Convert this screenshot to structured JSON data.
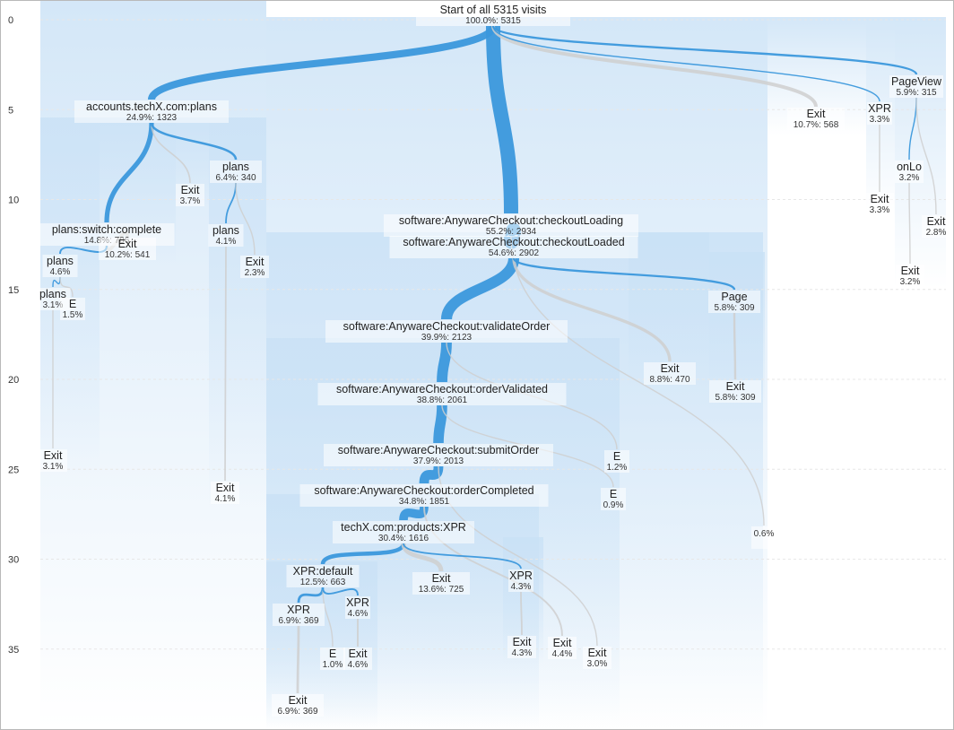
{
  "accent_color": "#3b98dc",
  "exit_link_color": "#cfcfcf",
  "y_axis": {
    "ticks": [
      "0",
      "5",
      "10",
      "15",
      "20",
      "25",
      "30",
      "35"
    ]
  },
  "nodes": [
    {
      "id": "start",
      "label": "Start of all 5315 visits",
      "sub": "100.0%: 5315"
    },
    {
      "id": "plans",
      "label": "accounts.techX.com:plans",
      "sub": "24.9%: 1323"
    },
    {
      "id": "plans2",
      "label": "plans",
      "sub": "6.4%: 340"
    },
    {
      "id": "exit37",
      "label": "Exit",
      "sub": "3.7%"
    },
    {
      "id": "switch",
      "label": "plans:switch:complete",
      "sub": "14.8%: 786"
    },
    {
      "id": "exitSw",
      "label": "Exit",
      "sub": "10.2%: 541"
    },
    {
      "id": "plansA",
      "label": "plans",
      "sub": "4.6%"
    },
    {
      "id": "plansB",
      "label": "plans",
      "sub": "3.1%"
    },
    {
      "id": "eA",
      "label": "E",
      "sub": "1.5%"
    },
    {
      "id": "exitA",
      "label": "Exit",
      "sub": "3.1%"
    },
    {
      "id": "plans41",
      "label": "plans",
      "sub": "4.1%"
    },
    {
      "id": "exit23",
      "label": "Exit",
      "sub": "2.3%"
    },
    {
      "id": "exit41",
      "label": "Exit",
      "sub": "4.1%"
    },
    {
      "id": "cLoad",
      "label": "software:AnywareCheckout:checkoutLoading",
      "sub": "55.2%: 2934"
    },
    {
      "id": "cLoaded",
      "label": "software:AnywareCheckout:checkoutLoaded",
      "sub": "54.6%: 2902"
    },
    {
      "id": "valid",
      "label": "software:AnywareCheckout:validateOrder",
      "sub": "39.9%: 2123"
    },
    {
      "id": "validated",
      "label": "software:AnywareCheckout:orderValidated",
      "sub": "38.8%: 2061"
    },
    {
      "id": "submit",
      "label": "software:AnywareCheckout:submitOrder",
      "sub": "37.9%: 2013"
    },
    {
      "id": "completed",
      "label": "software:AnywareCheckout:orderCompleted",
      "sub": "34.8%: 1851"
    },
    {
      "id": "prodXPR",
      "label": "techX.com:products:XPR",
      "sub": "30.4%: 1616"
    },
    {
      "id": "xprDef",
      "label": "XPR:default",
      "sub": "12.5%: 663"
    },
    {
      "id": "xprA",
      "label": "XPR",
      "sub": "6.9%: 369"
    },
    {
      "id": "xprB",
      "label": "XPR",
      "sub": "4.6%"
    },
    {
      "id": "eB",
      "label": "E",
      "sub": "1.0%"
    },
    {
      "id": "exitB",
      "label": "Exit",
      "sub": "4.6%"
    },
    {
      "id": "exitC",
      "label": "Exit",
      "sub": "6.9%: 369"
    },
    {
      "id": "exit136",
      "label": "Exit",
      "sub": "13.6%: 725"
    },
    {
      "id": "xprC",
      "label": "XPR",
      "sub": "4.3%"
    },
    {
      "id": "exitD",
      "label": "Exit",
      "sub": "4.3%"
    },
    {
      "id": "exit44",
      "label": "Exit",
      "sub": "4.4%"
    },
    {
      "id": "exit30",
      "label": "Exit",
      "sub": "3.0%"
    },
    {
      "id": "e12",
      "label": "E",
      "sub": "1.2%"
    },
    {
      "id": "e09",
      "label": "E",
      "sub": "0.9%"
    },
    {
      "id": "exit88",
      "label": "Exit",
      "sub": "8.8%: 470"
    },
    {
      "id": "page",
      "label": "Page",
      "sub": "5.8%: 309"
    },
    {
      "id": "exit58",
      "label": "Exit",
      "sub": "5.8%: 309"
    },
    {
      "id": "small06",
      "label": "",
      "sub": "0.6%"
    },
    {
      "id": "exit107",
      "label": "Exit",
      "sub": "10.7%: 568"
    },
    {
      "id": "xpr33",
      "label": "XPR",
      "sub": "3.3%"
    },
    {
      "id": "exit33",
      "label": "Exit",
      "sub": "3.3%"
    },
    {
      "id": "pageview",
      "label": "PageView",
      "sub": "5.9%: 315"
    },
    {
      "id": "onlo",
      "label": "onLo",
      "sub": "3.2%"
    },
    {
      "id": "exit28",
      "label": "Exit",
      "sub": "2.8%"
    },
    {
      "id": "exit32",
      "label": "Exit",
      "sub": "3.2%"
    }
  ],
  "links": [
    {
      "from": "start",
      "to": "plans",
      "value": 1323,
      "kind": "path"
    },
    {
      "from": "start",
      "to": "cLoad",
      "value": 2934,
      "kind": "path"
    },
    {
      "from": "start",
      "to": "exit107",
      "value": 568,
      "kind": "exit"
    },
    {
      "from": "start",
      "to": "xpr33",
      "value": 175,
      "kind": "path"
    },
    {
      "from": "start",
      "to": "pageview",
      "value": 315,
      "kind": "path"
    },
    {
      "from": "plans",
      "to": "switch",
      "value": 786,
      "kind": "path"
    },
    {
      "from": "plans",
      "to": "exit37",
      "value": 197,
      "kind": "exit"
    },
    {
      "from": "plans",
      "to": "plans2",
      "value": 340,
      "kind": "path"
    },
    {
      "from": "switch",
      "to": "exitSw",
      "value": 541,
      "kind": "exit"
    },
    {
      "from": "switch",
      "to": "plansA",
      "value": 245,
      "kind": "path"
    },
    {
      "from": "plansA",
      "to": "plansB",
      "value": 165,
      "kind": "path"
    },
    {
      "from": "plansA",
      "to": "eA",
      "value": 80,
      "kind": "exit"
    },
    {
      "from": "plansB",
      "to": "exitA",
      "value": 165,
      "kind": "exit"
    },
    {
      "from": "plans2",
      "to": "plans41",
      "value": 218,
      "kind": "path"
    },
    {
      "from": "plans2",
      "to": "exit23",
      "value": 122,
      "kind": "exit"
    },
    {
      "from": "plans41",
      "to": "exit41",
      "value": 218,
      "kind": "exit"
    },
    {
      "from": "cLoad",
      "to": "cLoaded",
      "value": 2902,
      "kind": "path"
    },
    {
      "from": "cLoad",
      "to": "small06",
      "value": 32,
      "kind": "exit"
    },
    {
      "from": "cLoaded",
      "to": "valid",
      "value": 2123,
      "kind": "path"
    },
    {
      "from": "cLoaded",
      "to": "exit88",
      "value": 470,
      "kind": "exit"
    },
    {
      "from": "cLoaded",
      "to": "page",
      "value": 309,
      "kind": "path"
    },
    {
      "from": "page",
      "to": "exit58",
      "value": 309,
      "kind": "exit"
    },
    {
      "from": "valid",
      "to": "validated",
      "value": 2061,
      "kind": "path"
    },
    {
      "from": "valid",
      "to": "e12",
      "value": 62,
      "kind": "exit"
    },
    {
      "from": "validated",
      "to": "submit",
      "value": 2013,
      "kind": "path"
    },
    {
      "from": "validated",
      "to": "e09",
      "value": 48,
      "kind": "exit"
    },
    {
      "from": "submit",
      "to": "completed",
      "value": 1851,
      "kind": "path"
    },
    {
      "from": "submit",
      "to": "exit30",
      "value": 162,
      "kind": "exit"
    },
    {
      "from": "completed",
      "to": "prodXPR",
      "value": 1616,
      "kind": "path"
    },
    {
      "from": "completed",
      "to": "exit44",
      "value": 235,
      "kind": "exit"
    },
    {
      "from": "prodXPR",
      "to": "xprDef",
      "value": 663,
      "kind": "path"
    },
    {
      "from": "prodXPR",
      "to": "exit136",
      "value": 725,
      "kind": "exit"
    },
    {
      "from": "prodXPR",
      "to": "xprC",
      "value": 228,
      "kind": "path"
    },
    {
      "from": "xprC",
      "to": "exitD",
      "value": 228,
      "kind": "exit"
    },
    {
      "from": "xprDef",
      "to": "xprA",
      "value": 369,
      "kind": "path"
    },
    {
      "from": "xprDef",
      "to": "eB",
      "value": 53,
      "kind": "exit"
    },
    {
      "from": "xprDef",
      "to": "xprB",
      "value": 245,
      "kind": "path"
    },
    {
      "from": "xprB",
      "to": "exitB",
      "value": 245,
      "kind": "exit"
    },
    {
      "from": "xprA",
      "to": "exitC",
      "value": 369,
      "kind": "exit"
    },
    {
      "from": "xpr33",
      "to": "exit33",
      "value": 175,
      "kind": "exit"
    },
    {
      "from": "pageview",
      "to": "onlo",
      "value": 170,
      "kind": "path"
    },
    {
      "from": "pageview",
      "to": "exit28",
      "value": 145,
      "kind": "exit"
    },
    {
      "from": "onlo",
      "to": "exit32",
      "value": 170,
      "kind": "exit"
    }
  ]
}
